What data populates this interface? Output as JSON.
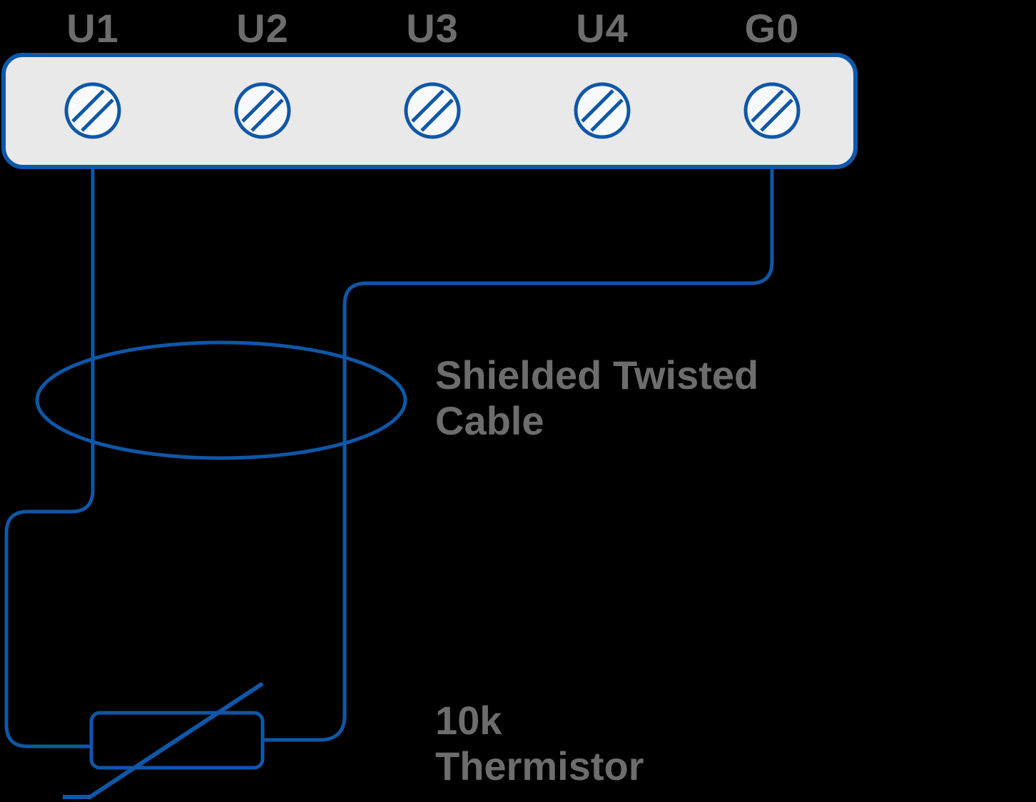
{
  "colors": {
    "wire_blue": "#0F57A8",
    "label_gray": "#6D6D6D",
    "block_fill": "#E9E9E9",
    "terminal_fill": "#F8F9FA",
    "background": "#000000"
  },
  "terminal_block": {
    "terminals": [
      {
        "label": "U1"
      },
      {
        "label": "U2"
      },
      {
        "label": "U3"
      },
      {
        "label": "U4"
      },
      {
        "label": "G0"
      }
    ]
  },
  "annotations": {
    "cable_label": "Shielded Twisted\nCable",
    "thermistor_label": "10k\nThermistor"
  }
}
